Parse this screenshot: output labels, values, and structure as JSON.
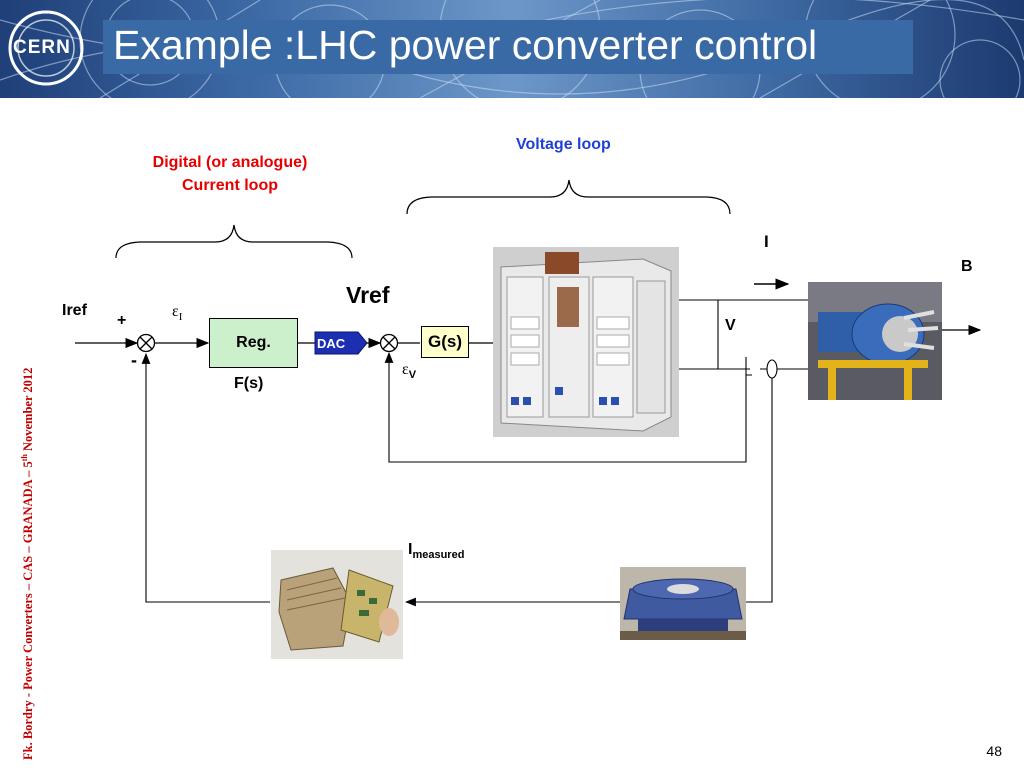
{
  "slide": {
    "title": "Example :LHC power converter control",
    "logo_text": "CERN",
    "sidebar_text": "Fk. Bordry - Power Converters – CAS – GRANADA – 5",
    "sidebar_sup": "th",
    "sidebar_tail": " November 2012",
    "page_number": "48"
  },
  "diagram": {
    "current_loop_label_1": "Digital (or analogue)",
    "current_loop_label_2": "Current loop",
    "voltage_loop_label": "Voltage loop",
    "iref": "Iref",
    "plus": "+",
    "minus": "-",
    "epsilon_i_symbol": "ε",
    "epsilon_i_sub": "I",
    "reg_block": "Reg.",
    "fs_label": "F(s)",
    "dac_block": "DAC",
    "vref": "Vref",
    "gs_block": "G(s)",
    "epsilon_v_symbol": "ε",
    "epsilon_v_sub": "V",
    "current_i": "I",
    "voltage_v": "V",
    "field_b": "B",
    "imeasured_main": "I",
    "imeasured_sub": "measured"
  },
  "colors": {
    "red_label": "#e60000",
    "blue_label": "#1f3fd6",
    "reg_fill": "#ccf0cc",
    "gs_fill": "#ffffcc",
    "dac_fill": "#1c2fb0",
    "sidebar_text": "#c00000",
    "banner": "#3a6aa5"
  }
}
